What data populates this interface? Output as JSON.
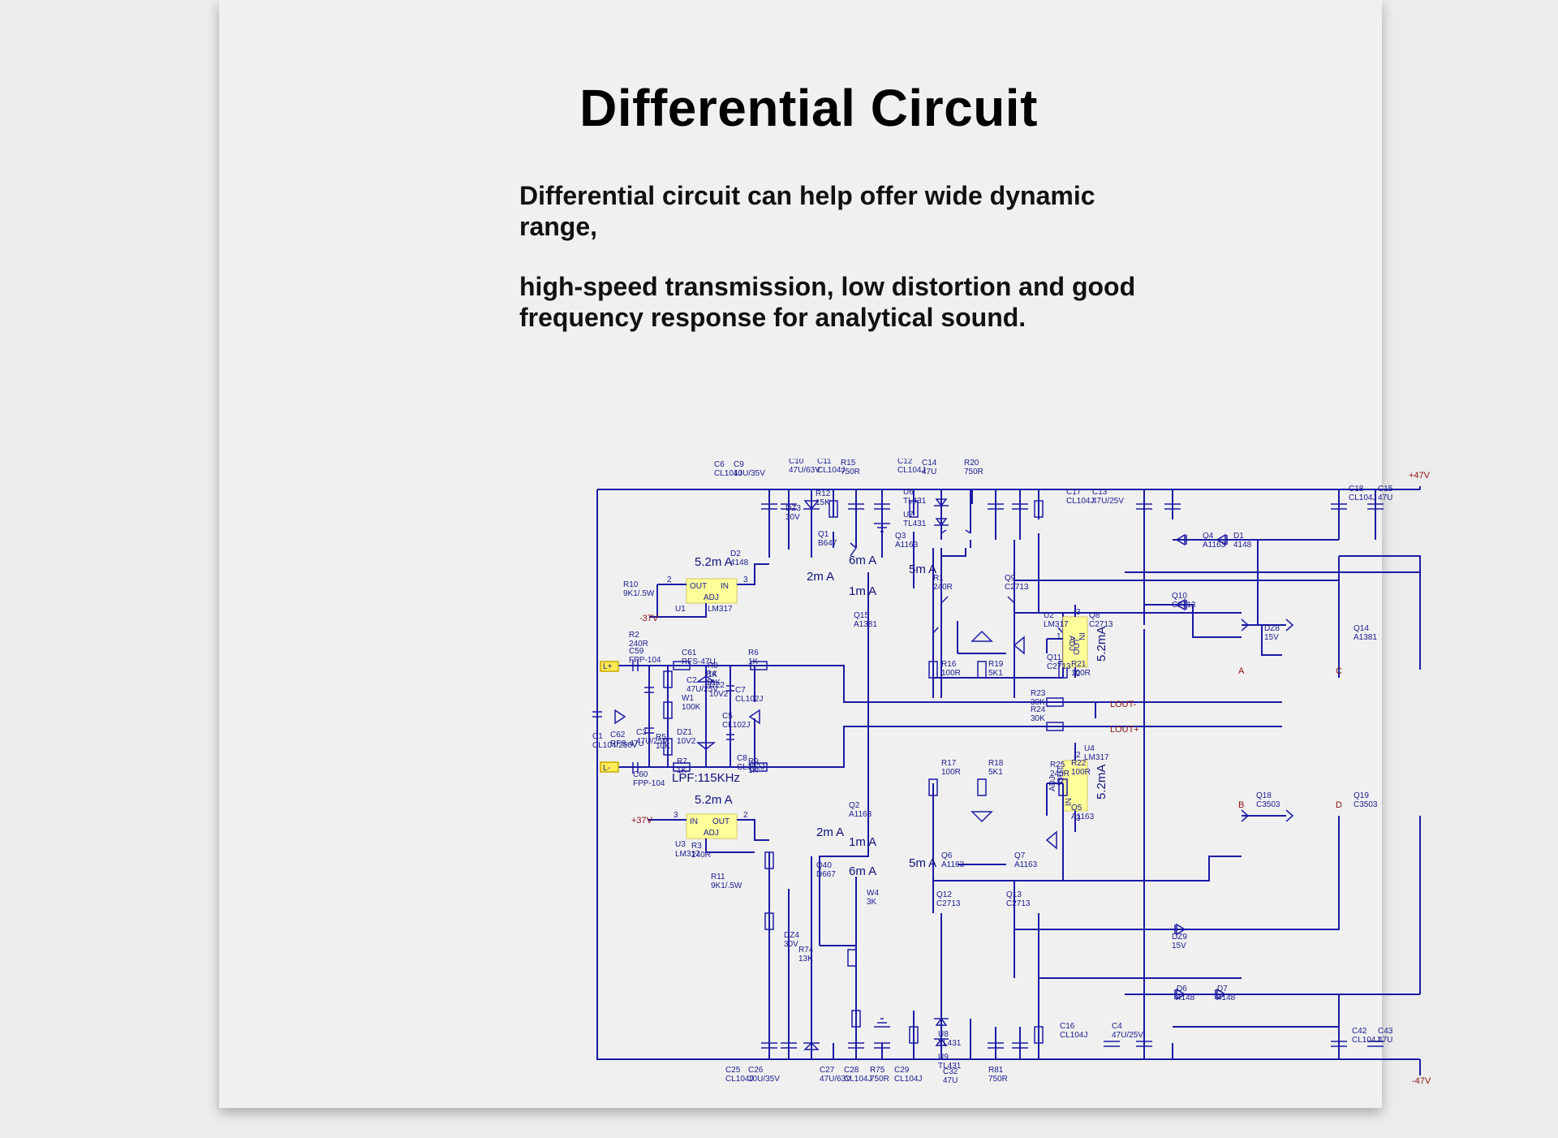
{
  "page": {
    "title": "Differential Circuit",
    "paragraphs": [
      "Differential circuit can help offer wide dynamic range,",
      "high-speed transmission, low distortion and good frequency response for analytical sound."
    ]
  },
  "colors": {
    "background": "#ececec",
    "card": "#f0f0f0",
    "wire": "#1a1aa6",
    "power_label": "#8b1010",
    "regulator_fill": "#ffff99",
    "port_fill": "#ffeb55"
  },
  "schematic": {
    "power_rails": {
      "positive": "+47V",
      "negative": "-47V",
      "reg_neg": "-37V",
      "reg_pos": "+37V"
    },
    "ports": {
      "left_pos": "L+",
      "left_neg": "L-",
      "out_neg": "LOUT-",
      "out_pos": "LOUT+"
    },
    "nodes": {
      "a": "A",
      "b": "B",
      "c": "C",
      "d": "D"
    },
    "filter_label": "LPF:115KHz",
    "currents": {
      "u1": "5.2m  A",
      "u3": "5.2m  A",
      "u2": "5.2mA",
      "u4": "5.2mA",
      "q1": "2m A",
      "q40": "2m A",
      "top_6m": "6m A",
      "top_5m": "5m A",
      "top_1m": "1m A",
      "bot_6m": "6m A",
      "bot_5m": "5m A",
      "bot_1m": "1m A"
    },
    "regulators": {
      "u1": {
        "ref": "U1",
        "part": "LM317",
        "pins": [
          "OUT",
          "IN",
          "ADJ"
        ],
        "numbers": [
          "2",
          "3"
        ]
      },
      "u3": {
        "ref": "U3",
        "part": "LM317",
        "pins": [
          "IN",
          "OUT",
          "ADJ"
        ],
        "numbers": [
          "3",
          "2"
        ]
      },
      "u2": {
        "ref": "U2",
        "part": "LM317",
        "pins": [
          "IN",
          "ADJ",
          "OUT"
        ],
        "numbers": [
          "3",
          "1",
          "2"
        ]
      },
      "u4": {
        "ref": "U4",
        "part": "LM317",
        "pins": [
          "OUT",
          "ADJ",
          "IN"
        ],
        "numbers": [
          "2",
          "1",
          "3"
        ]
      }
    },
    "components": [
      {
        "ref": "C6",
        "value": "CL104J"
      },
      {
        "ref": "C9",
        "value": "10U/35V"
      },
      {
        "ref": "C10",
        "value": "47U/63V"
      },
      {
        "ref": "C11",
        "value": "CL104J"
      },
      {
        "ref": "R15",
        "value": "750R"
      },
      {
        "ref": "C12",
        "value": "CL104J"
      },
      {
        "ref": "C14",
        "value": "47U"
      },
      {
        "ref": "R20",
        "value": "750R"
      },
      {
        "ref": "C17",
        "value": "CL104J"
      },
      {
        "ref": "C13",
        "value": "47U/25V"
      },
      {
        "ref": "C18",
        "value": "CL104J"
      },
      {
        "ref": "C15",
        "value": "47U"
      },
      {
        "ref": "DZ3",
        "value": "30V"
      },
      {
        "ref": "R12",
        "value": "15K"
      },
      {
        "ref": "U6",
        "value": "TL431"
      },
      {
        "ref": "U7",
        "value": "TL431"
      },
      {
        "ref": "Q1",
        "value": "B647"
      },
      {
        "ref": "Q3",
        "value": "A1163"
      },
      {
        "ref": "Q4",
        "value": "A1163"
      },
      {
        "ref": "D1",
        "value": "4148"
      },
      {
        "ref": "D2",
        "value": "4148"
      },
      {
        "ref": "R10",
        "value": "9K1/.5W"
      },
      {
        "ref": "R1",
        "value": "240R"
      },
      {
        "ref": "Q9",
        "value": "C2713"
      },
      {
        "ref": "Q10",
        "value": "C2713"
      },
      {
        "ref": "DZ8",
        "value": "15V"
      },
      {
        "ref": "Q14",
        "value": "A1381"
      },
      {
        "ref": "Q15",
        "value": "A1381"
      },
      {
        "ref": "Q8",
        "value": "C2713"
      },
      {
        "ref": "Q11",
        "value": "C2713"
      },
      {
        "ref": "R2",
        "value": "240R"
      },
      {
        "ref": "C59",
        "value": "FPP-104"
      },
      {
        "ref": "C61",
        "value": "RFS-47U"
      },
      {
        "ref": "R6",
        "value": "1K"
      },
      {
        "ref": "R8",
        "value": "1K"
      },
      {
        "ref": "R4",
        "value": "10K"
      },
      {
        "ref": "C2",
        "value": "47U/25V"
      },
      {
        "ref": "DZ2",
        "value": "10V2"
      },
      {
        "ref": "R16",
        "value": "100R"
      },
      {
        "ref": "R19",
        "value": "5K1"
      },
      {
        "ref": "R21",
        "value": "100R"
      },
      {
        "ref": "C7",
        "value": "CL102J"
      },
      {
        "ref": "C5",
        "value": "CL102J"
      },
      {
        "ref": "W1",
        "value": "100K"
      },
      {
        "ref": "R23",
        "value": "30K"
      },
      {
        "ref": "R24",
        "value": "30K"
      },
      {
        "ref": "C1",
        "value": "CL104/250V"
      },
      {
        "ref": "C3",
        "value": "47U/25V"
      },
      {
        "ref": "C62",
        "value": "RFS-47U"
      },
      {
        "ref": "R5",
        "value": "10K"
      },
      {
        "ref": "DZ1",
        "value": "10V2"
      },
      {
        "ref": "C8",
        "value": "CL102J"
      },
      {
        "ref": "R7",
        "value": "1K"
      },
      {
        "ref": "R9",
        "value": "1K"
      },
      {
        "ref": "C60",
        "value": "FPP-104"
      },
      {
        "ref": "R17",
        "value": "100R"
      },
      {
        "ref": "R18",
        "value": "5K1"
      },
      {
        "ref": "R22",
        "value": "100R"
      },
      {
        "ref": "R25",
        "value": "240R"
      },
      {
        "ref": "Q2",
        "value": "A1163"
      },
      {
        "ref": "Q5",
        "value": "A1163"
      },
      {
        "ref": "Q18",
        "value": "C3503"
      },
      {
        "ref": "Q19",
        "value": "C3503"
      },
      {
        "ref": "R3",
        "value": "240R"
      },
      {
        "ref": "Q6",
        "value": "A1163"
      },
      {
        "ref": "Q7",
        "value": "A1163"
      },
      {
        "ref": "DZ9",
        "value": "15V"
      },
      {
        "ref": "Q40",
        "value": "D667"
      },
      {
        "ref": "R11",
        "value": "9K1/.5W"
      },
      {
        "ref": "W4",
        "value": "3K"
      },
      {
        "ref": "Q12",
        "value": "C2713"
      },
      {
        "ref": "Q13",
        "value": "C2713"
      },
      {
        "ref": "D6",
        "value": "4148"
      },
      {
        "ref": "D7",
        "value": "4148"
      },
      {
        "ref": "U8",
        "value": "TL431"
      },
      {
        "ref": "U9",
        "value": "TL431"
      },
      {
        "ref": "DZ4",
        "value": "30V"
      },
      {
        "ref": "R74",
        "value": "13K"
      },
      {
        "ref": "C16",
        "value": "CL104J"
      },
      {
        "ref": "C4",
        "value": "47U/25V"
      },
      {
        "ref": "C42",
        "value": "CL104J"
      },
      {
        "ref": "C43",
        "value": "47U"
      },
      {
        "ref": "C25",
        "value": "CL104J"
      },
      {
        "ref": "C26",
        "value": "10U/35V"
      },
      {
        "ref": "C27",
        "value": "47U/63V"
      },
      {
        "ref": "C28",
        "value": "CL104J"
      },
      {
        "ref": "R75",
        "value": "750R"
      },
      {
        "ref": "C29",
        "value": "CL104J"
      },
      {
        "ref": "C32",
        "value": "47U"
      },
      {
        "ref": "R81",
        "value": "750R"
      }
    ]
  }
}
